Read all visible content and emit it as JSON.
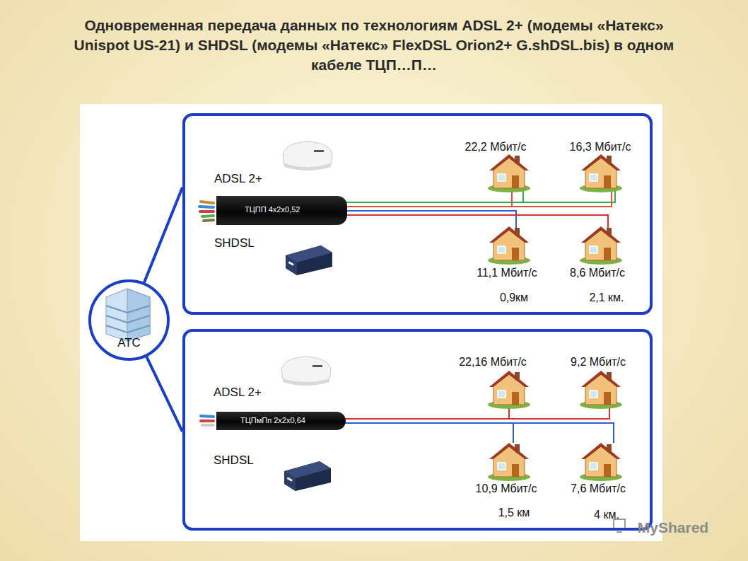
{
  "diagram": {
    "title": "Одновременная передача данных по технологиям ADSL 2+ (модемы «Натекс» Unispot US-21) и SHDSL (модемы «Натекс» FlexDSL Orion2+ G.shDSL.bis) в одном кабеле ТЦП…П…",
    "nodes": [
      {
        "text": [
          "АТС"
        ]
      },
      {
        "text": [
          "ADSL 2+",
          "SHDSL"
        ]
      },
      {
        "text": [
          "ТЦПП 4х2х0,52"
        ],
        "in": 1
      },
      {
        "text": [
          "ADSL 2+",
          "SHDSL"
        ]
      },
      {
        "text": [
          "ТЦПмПп 2х2х0,64"
        ],
        "in": 3
      }
    ],
    "edges": [
      {
        "from": 0,
        "to": 1,
        "arrow": "none"
      },
      {
        "from": 0,
        "to": 3,
        "arrow": "none"
      }
    ],
    "labels": [
      "22,2 Мбит/с",
      "16,3 Мбит/с",
      "11,1 Мбит/с",
      "8,6 Мбит/с",
      "0,9км",
      "2,1 км.",
      "22,16 Мбит/с",
      "9,2 Мбит/с",
      "10,9 Мбит/с",
      "7,6 Мбит/с",
      "1,5 км",
      "4 км.",
      "MyShared"
    ]
  }
}
